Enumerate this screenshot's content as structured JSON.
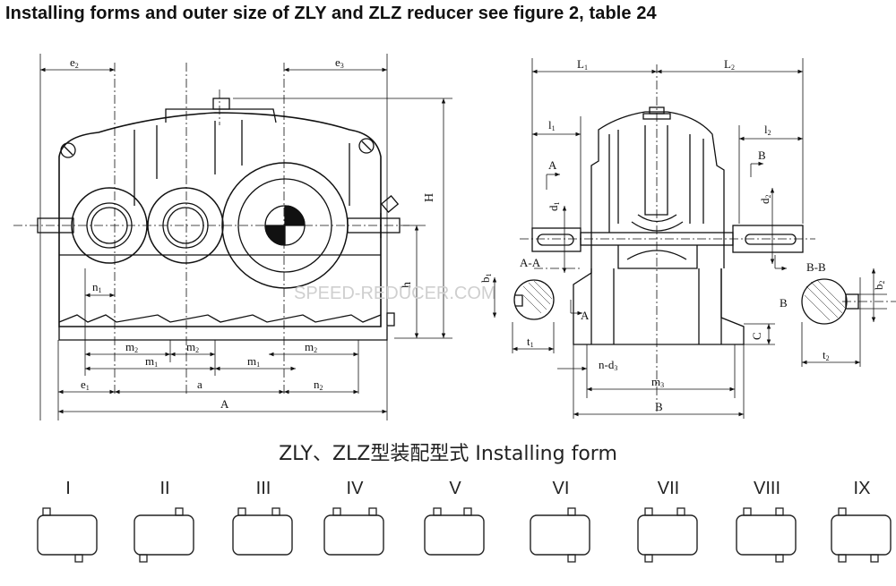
{
  "title": "Installing forms and outer size of ZLY and ZLZ reducer see figure 2, table 24",
  "install_title": "ZLY、ZLZ型装配型式  Installing form",
  "watermark": "SPEED-REDUCER.COM",
  "front_view_labels": {
    "e2": "e",
    "e2_sub": "2",
    "e3": "e",
    "e3_sub": "3",
    "H": "H",
    "h": "h",
    "n1": "n",
    "n1_sub": "1",
    "m2a": "m",
    "m2a_sub": "2",
    "m2b": "m",
    "m2b_sub": "2",
    "m2c": "m",
    "m2c_sub": "2",
    "m1a": "m",
    "m1a_sub": "1",
    "m1b": "m",
    "m1b_sub": "1",
    "e1": "e",
    "e1_sub": "1",
    "a": "a",
    "n2": "n",
    "n2_sub": "2",
    "A": "A"
  },
  "side_view_labels": {
    "L1": "L",
    "L1_sub": "1",
    "L2": "L",
    "L2_sub": "2",
    "l1": "l",
    "l1_sub": "1",
    "l2": "l",
    "l2_sub": "2",
    "secA": "A",
    "secB": "B",
    "d1": "d",
    "d1_sub": "1",
    "d2": "d",
    "d2_sub": "2",
    "AA": "A-A",
    "BB": "B-B",
    "b1": "b",
    "b1_sub": "1",
    "b2": "b",
    "b2_sub": "2",
    "A_low": "A",
    "B_mark": "B",
    "C": "C",
    "t1": "t",
    "t1_sub": "1",
    "t2": "t",
    "t2_sub": "2",
    "nd3": "n-d",
    "nd3_sub": "3",
    "m3": "m",
    "m3_sub": "3",
    "B": "B"
  },
  "installing_forms": [
    {
      "label": "I"
    },
    {
      "label": "II"
    },
    {
      "label": "III"
    },
    {
      "label": "IV"
    },
    {
      "label": "V"
    },
    {
      "label": "VI"
    },
    {
      "label": "VII"
    },
    {
      "label": "VIII"
    },
    {
      "label": "IX"
    }
  ]
}
